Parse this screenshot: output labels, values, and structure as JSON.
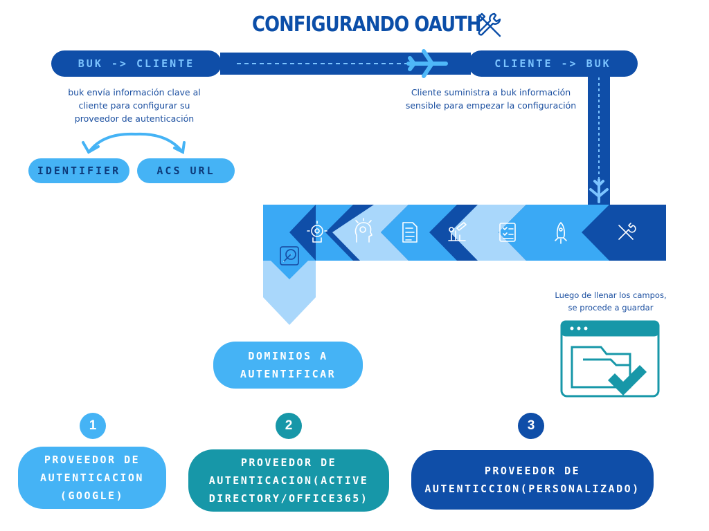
{
  "title": "CONFIGURANDO OAUTH",
  "flow_left": {
    "label": "BUK -> CLIENTE",
    "note": "buk envía información clave al\ncliente para configurar su\nproveedor de autenticación"
  },
  "flow_right": {
    "label": "CLIENTE -> BUK",
    "note": "Cliente suministra a buk información\nsensible para empezar la configuración"
  },
  "outputs": {
    "identifier": "IDENTIFIER",
    "acs_url": "ACS URL"
  },
  "save_note": "Luego de llenar los campos,\nse procede a guardar",
  "domains": "DOMINIOS A\nAUTENTIFICAR",
  "providers": [
    {
      "number": "1",
      "label": "PROVEEDOR DE\nAUTENTICACION\n(GOOGLE)",
      "color": "#45b3f5"
    },
    {
      "number": "2",
      "label": "PROVEEDOR DE\nAUTENTICACION(ACTIVE\nDIRECTORY/OFFICE365)",
      "color": "#1797a8"
    },
    {
      "number": "3",
      "label": "PROVEEDOR DE\nAUTENTICCION(PERSONALIZADO)",
      "color": "#0f4ea8"
    }
  ],
  "step_icons": [
    "tools-icon",
    "rocket-icon",
    "checklist-icon",
    "pencil-chart-icon",
    "document-icon",
    "brain-idea-icon",
    "gear-head-icon",
    "target-icon"
  ],
  "colors": {
    "dark_blue": "#0f4ea8",
    "mid_blue": "#3aa9f5",
    "light_blue": "#a9d7fb",
    "teal": "#1797a8"
  }
}
